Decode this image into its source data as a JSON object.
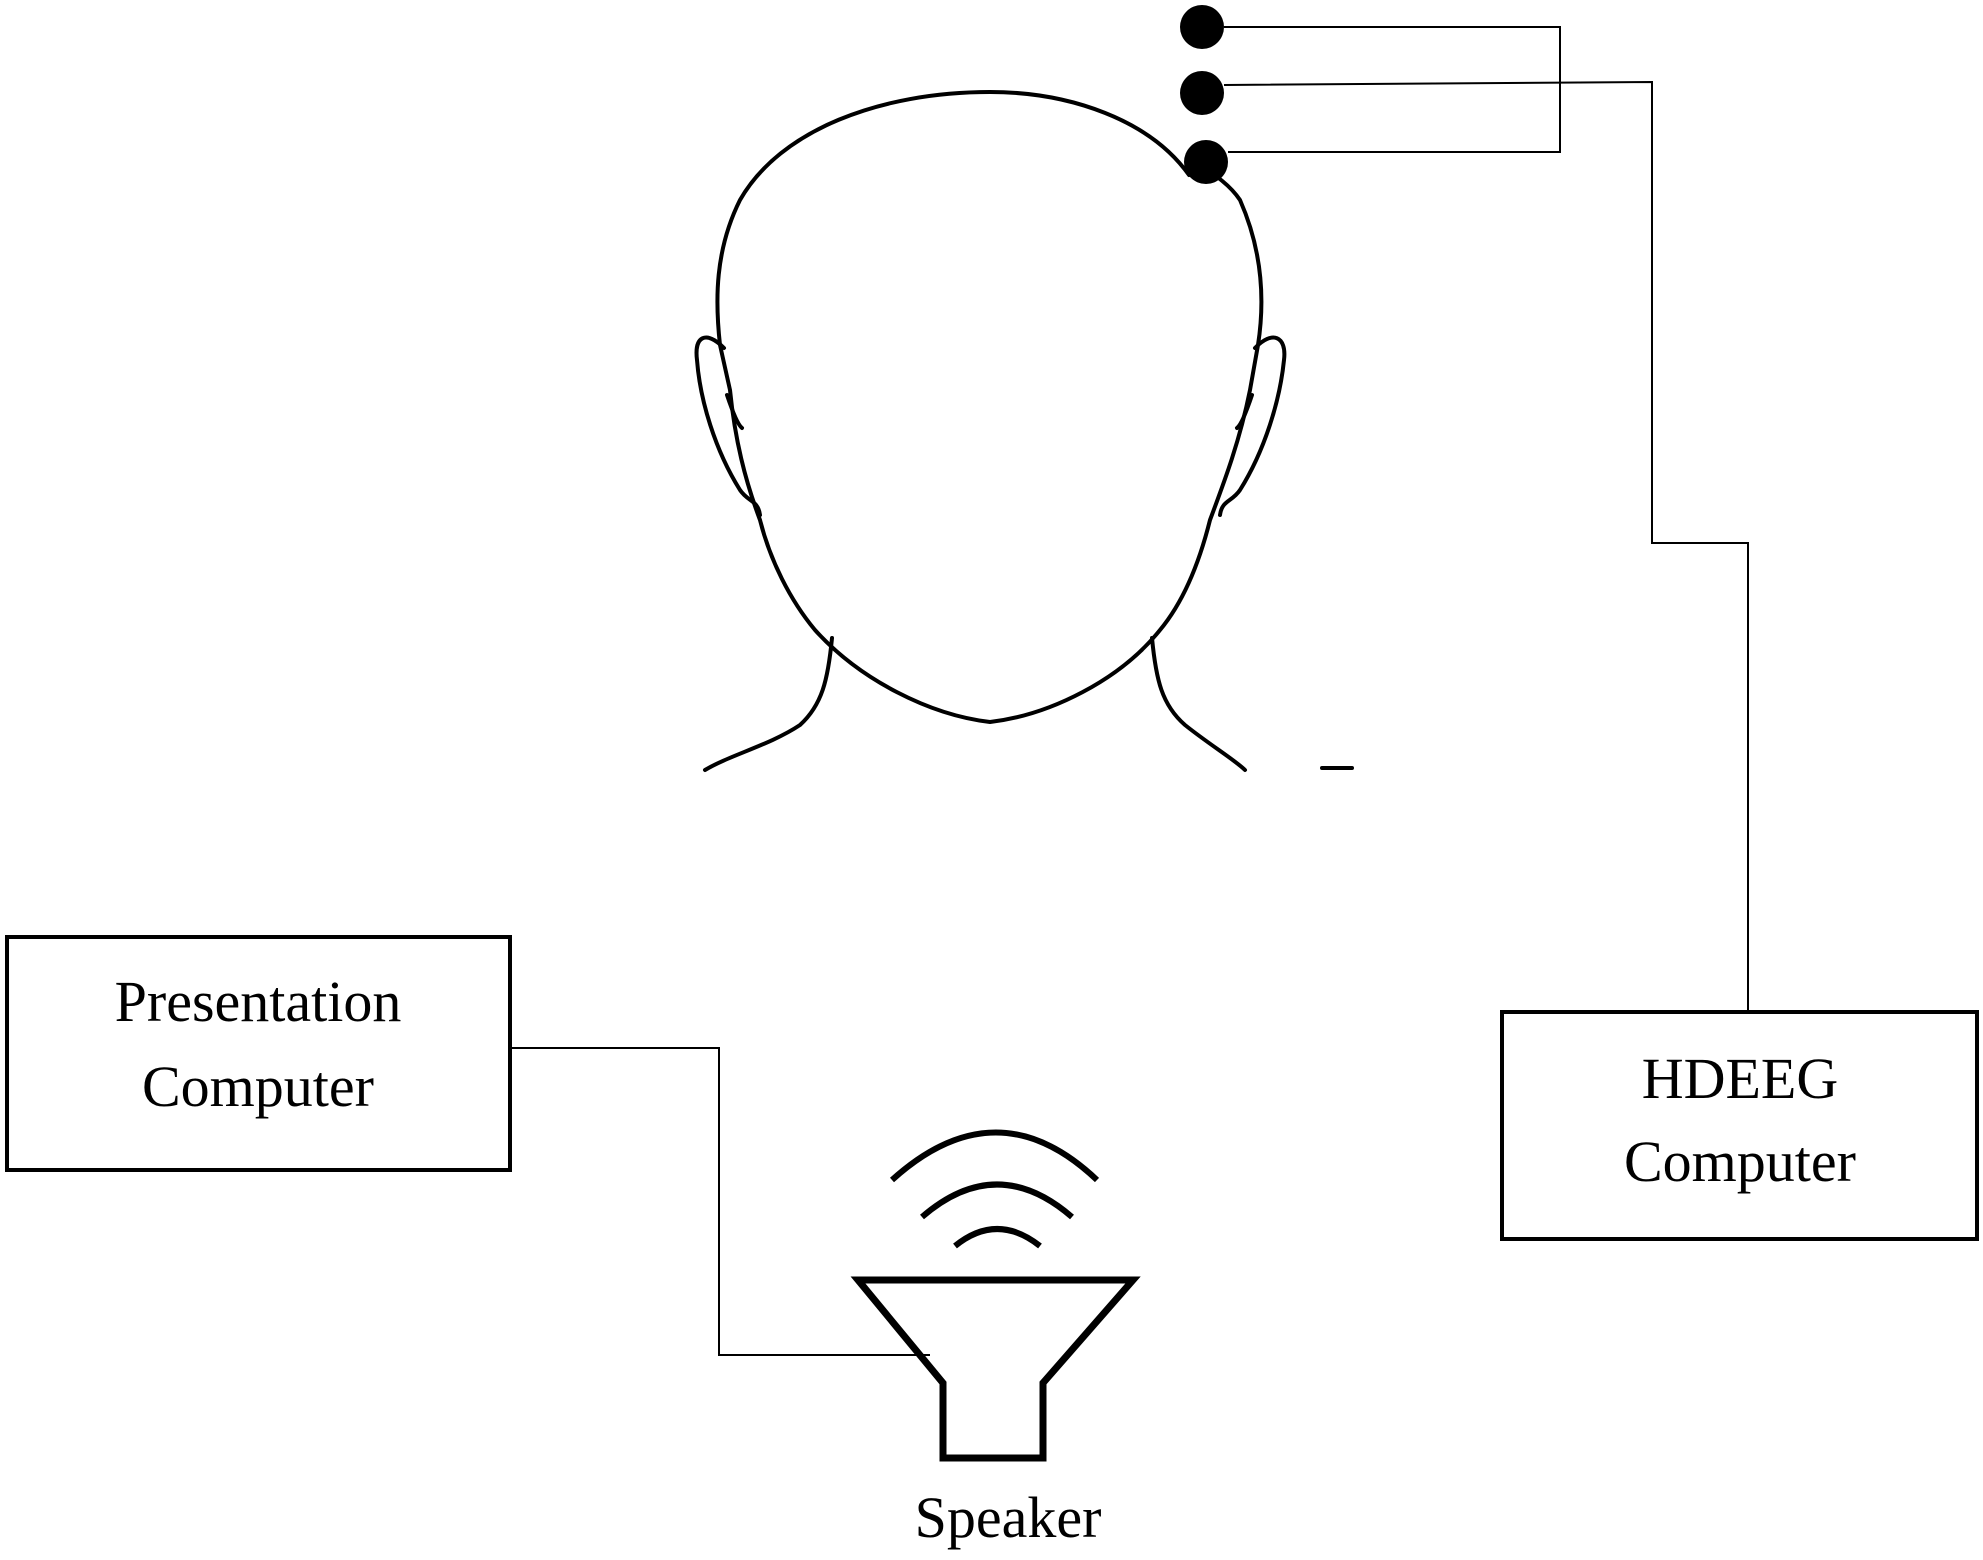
{
  "nodes": {
    "presentation_computer": {
      "line1": "Presentation",
      "line2": "Computer"
    },
    "hdeeg_computer": {
      "line1": "HDEEG",
      "line2": "Computer"
    },
    "speaker": {
      "label": "Speaker"
    }
  },
  "colors": {
    "stroke": "#000000",
    "background": "#ffffff"
  },
  "icons": {
    "head": "head-outline-icon",
    "electrode": "electrode-dot-icon",
    "speaker": "speaker-icon",
    "sound_waves": "sound-waves-icon"
  }
}
